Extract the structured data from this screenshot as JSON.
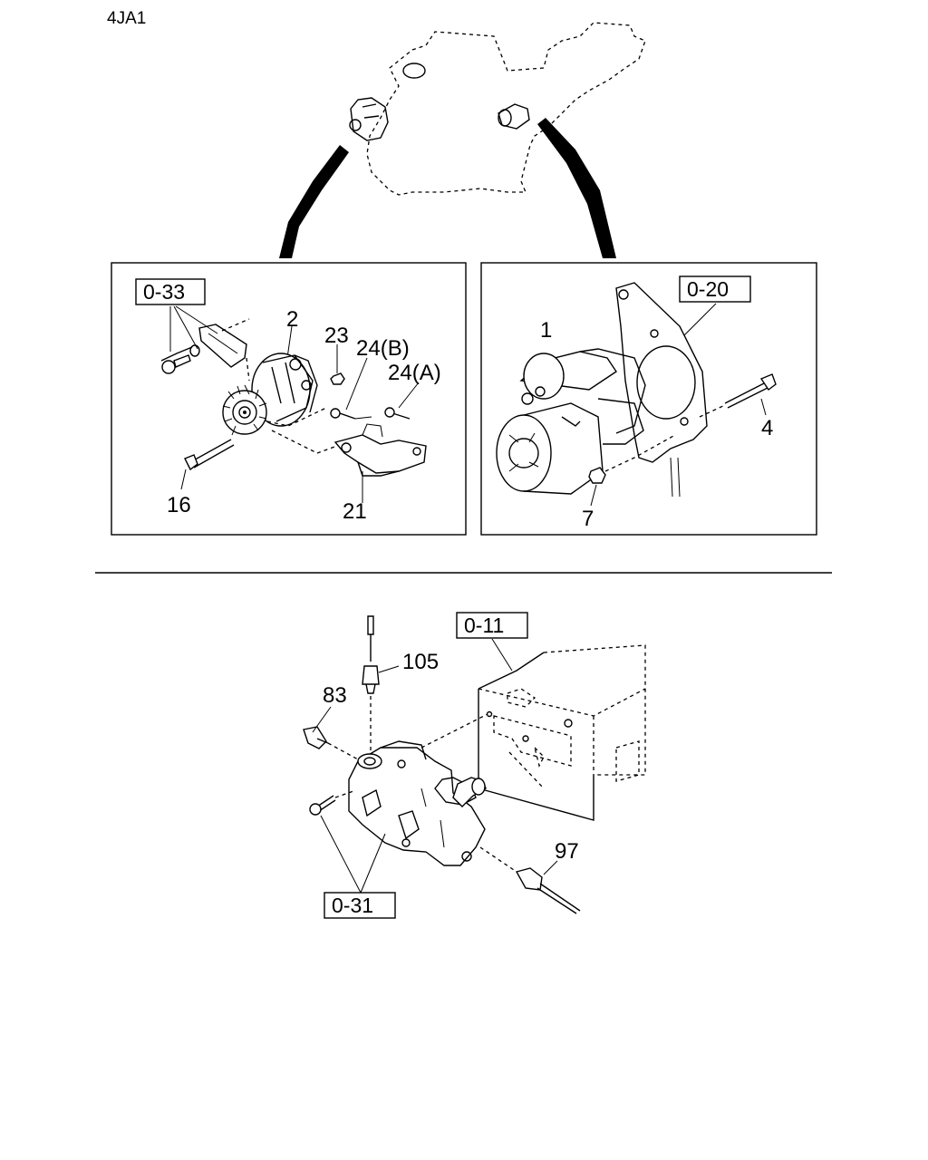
{
  "model_code": "4JA1",
  "panel_alternator": {
    "ref_box": "0-33",
    "callouts": {
      "c2": "2",
      "c23": "23",
      "c24b": "24(B)",
      "c24a": "24(A)",
      "c16": "16",
      "c21": "21"
    }
  },
  "panel_starter": {
    "ref_box": "0-20",
    "callouts": {
      "c1": "1",
      "c4": "4",
      "c7": "7"
    }
  },
  "lower_assembly": {
    "ref_box_head": "0-11",
    "ref_box_housing": "0-31",
    "callouts": {
      "c105": "105",
      "c83": "83",
      "c97": "97"
    }
  }
}
